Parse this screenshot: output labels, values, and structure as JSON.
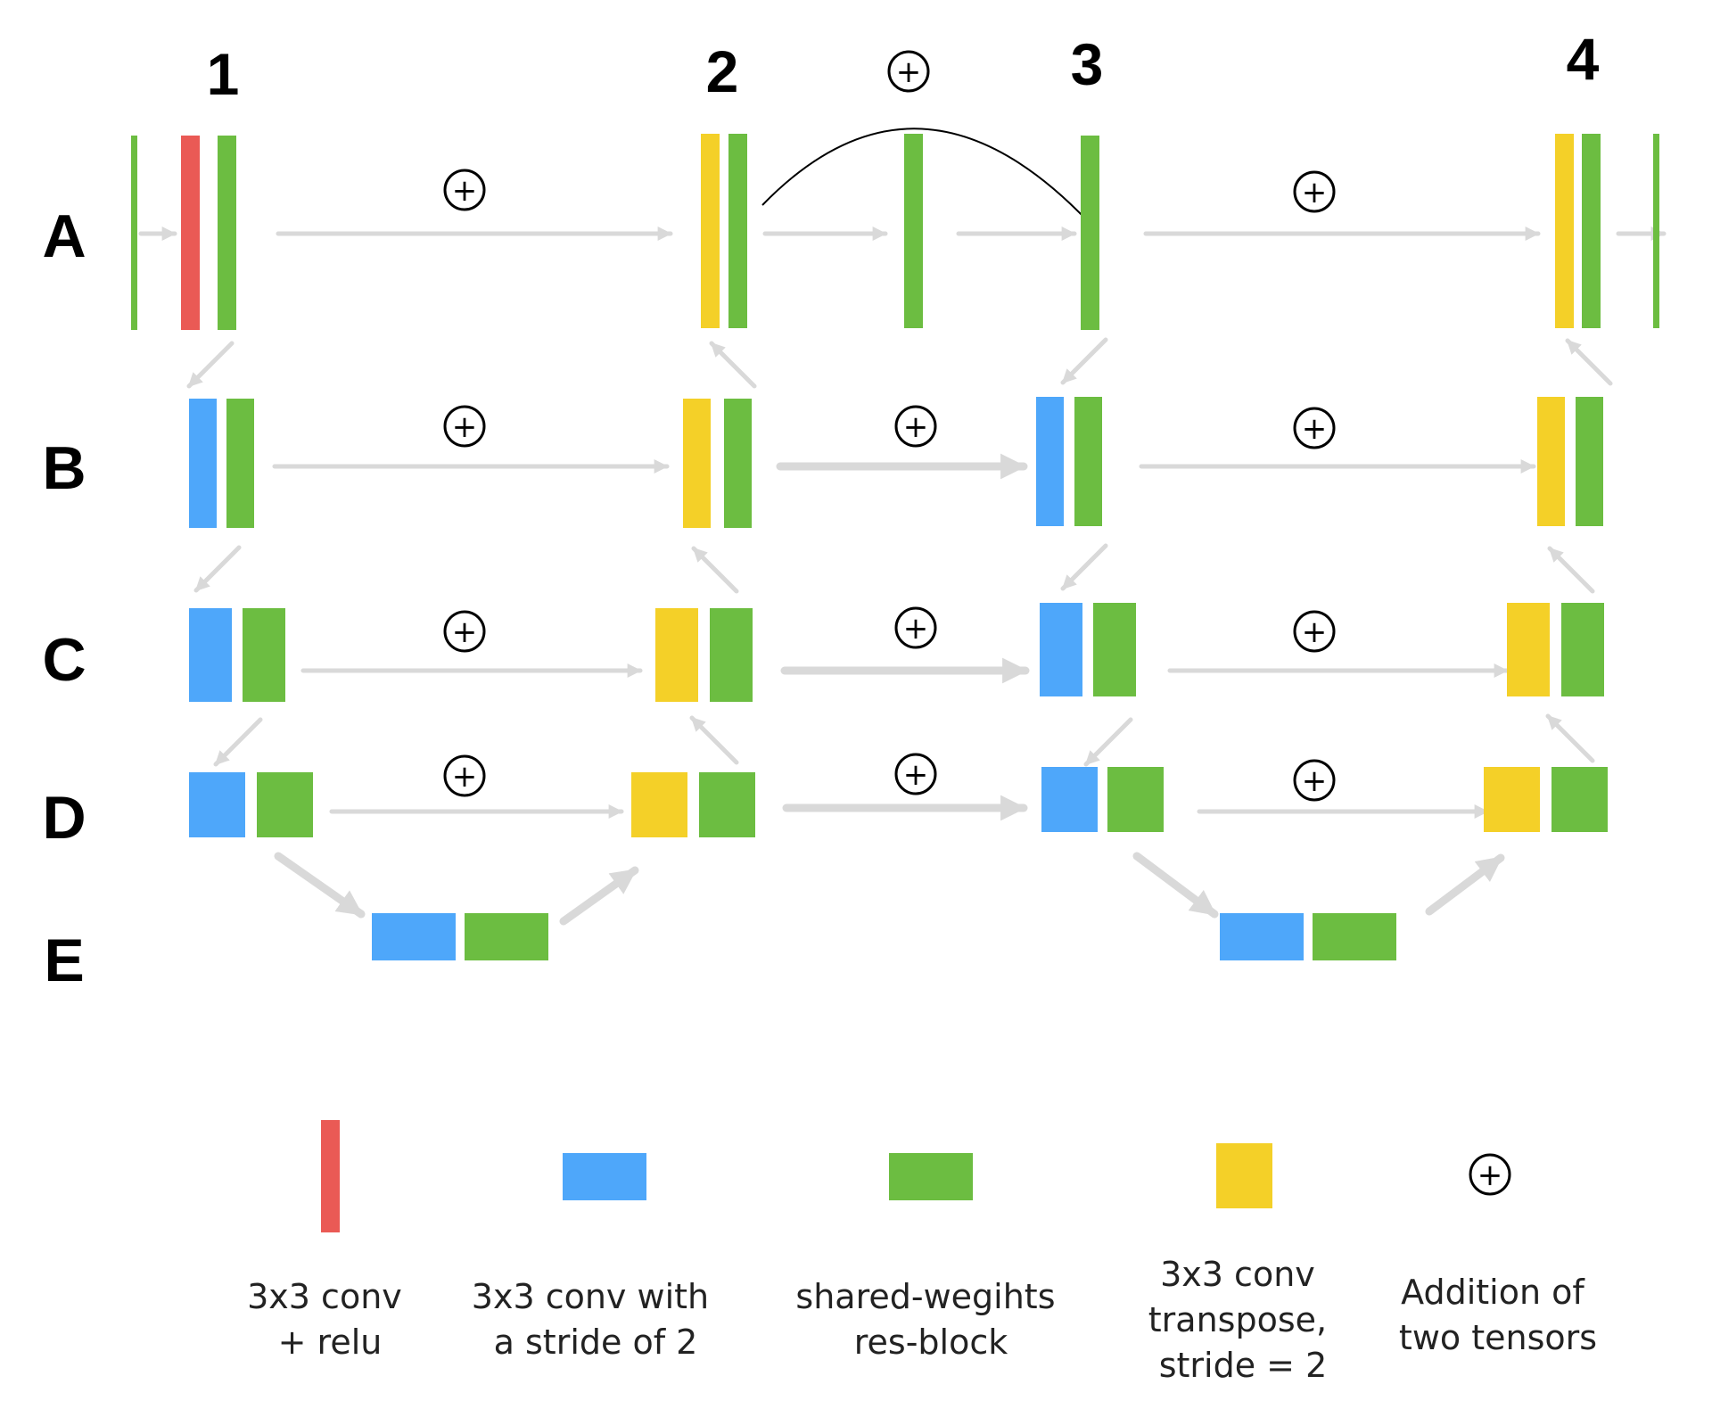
{
  "columns": [
    "1",
    "2",
    "3",
    "4"
  ],
  "rows": [
    "A",
    "B",
    "C",
    "D",
    "E"
  ],
  "colors": {
    "red": "#ea5a55",
    "blue": "#4ea7fa",
    "green": "#6cbd41",
    "yellow": "#f4d028",
    "arrow": "#d9d9d9",
    "text": "#000000"
  },
  "addition_symbol": "+",
  "legend": [
    {
      "icon": "conv-relu",
      "color": "red",
      "lines": [
        "3x3 conv",
        "+ relu"
      ]
    },
    {
      "icon": "conv-stride",
      "color": "blue",
      "lines": [
        "3x3 conv with",
        "a stride of 2"
      ]
    },
    {
      "icon": "res-block",
      "color": "green",
      "lines": [
        "shared-wegihts",
        "res-block"
      ]
    },
    {
      "icon": "conv-transpose",
      "color": "yellow",
      "lines": [
        "3x3 conv",
        "transpose,",
        "stride = 2"
      ]
    },
    {
      "icon": "addition",
      "color": "text",
      "lines": [
        "Addition of",
        "two tensors"
      ]
    }
  ]
}
